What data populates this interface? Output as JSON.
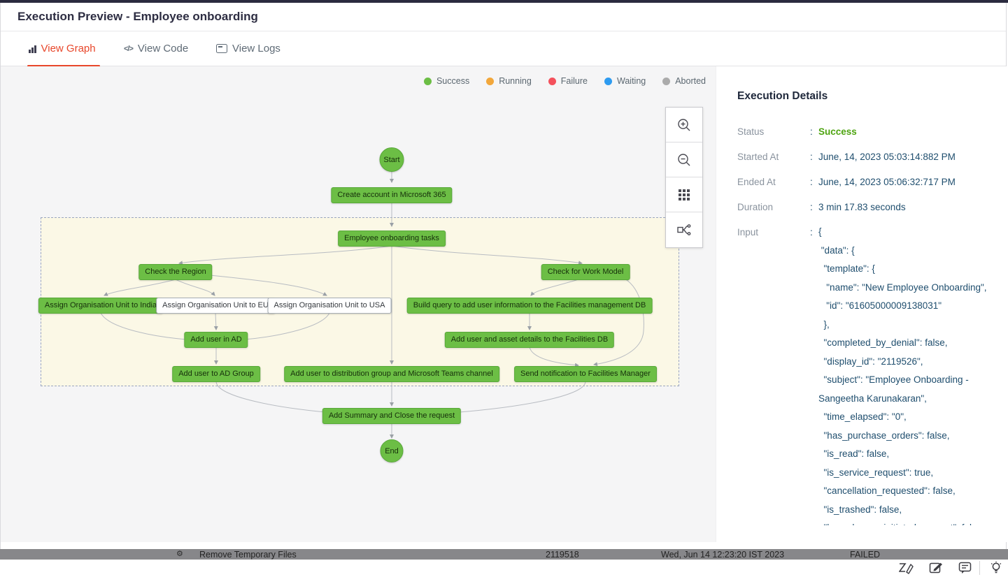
{
  "window": {
    "title": "Execution Preview - Employee onboarding"
  },
  "tabs": [
    {
      "label": "View Graph",
      "active": true
    },
    {
      "label": "View Code",
      "active": false
    },
    {
      "label": "View Logs",
      "active": false
    }
  ],
  "legend": {
    "items": [
      {
        "label": "Success",
        "color": "#6CBE45"
      },
      {
        "label": "Running",
        "color": "#F2A73B"
      },
      {
        "label": "Failure",
        "color": "#F4515C"
      },
      {
        "label": "Waiting",
        "color": "#2E9BF0"
      },
      {
        "label": "Aborted",
        "color": "#ABABAB"
      }
    ]
  },
  "toolbar": {
    "buttons": [
      {
        "icon": "zoom-in-icon"
      },
      {
        "icon": "zoom-out-icon"
      },
      {
        "icon": "grid-view-icon"
      },
      {
        "icon": "tree-layout-icon"
      }
    ]
  },
  "graph": {
    "nodes": [
      {
        "label": "Start",
        "status": "success"
      },
      {
        "label": "Create account in Microsoft 365",
        "status": "success"
      },
      {
        "label": "Employee onboarding tasks",
        "status": "success"
      },
      {
        "label": "Check the Region",
        "status": "success"
      },
      {
        "label": "Assign Organisation Unit to India",
        "status": "success"
      },
      {
        "label": "Assign Organisation Unit to EU",
        "status": "skipped"
      },
      {
        "label": "Assign Organisation Unit to USA",
        "status": "skipped"
      },
      {
        "label": "Add user in AD",
        "status": "success"
      },
      {
        "label": "Add user to AD Group",
        "status": "success"
      },
      {
        "label": "Add user to distribution group and Microsoft Teams channel",
        "status": "success"
      },
      {
        "label": "Check for Work Model",
        "status": "success"
      },
      {
        "label": "Build query to add user information to the Facilities management DB",
        "status": "success"
      },
      {
        "label": "Add user and asset details to the Facilities DB",
        "status": "success"
      },
      {
        "label": "Send notification to Facilities Manager",
        "status": "success"
      },
      {
        "label": "Add Summary and Close the request",
        "status": "success"
      },
      {
        "label": "End",
        "status": "success"
      }
    ]
  },
  "details": {
    "title": "Execution Details",
    "colon": ":",
    "rows": [
      {
        "label": "Status",
        "value": "Success"
      },
      {
        "label": "Started At",
        "value": "June, 14, 2023 05:03:14:882 PM"
      },
      {
        "label": "Ended At",
        "value": "June, 14, 2023 05:06:32:717 PM"
      },
      {
        "label": "Duration",
        "value": "3 min 17.83 seconds"
      }
    ],
    "input_label": "Input",
    "input_json": "{\n \"data\": {\n  \"template\": {\n   \"name\": \"New Employee Onboarding\",\n   \"id\": \"61605000009138031\"\n  },\n  \"completed_by_denial\": false,\n  \"display_id\": \"2119526\",\n  \"subject\": \"Employee Onboarding -\nSangeetha Karunakaran\",\n  \"time_elapsed\": \"0\",\n  \"has_purchase_orders\": false,\n  \"is_read\": false,\n  \"is_service_request\": true,\n  \"cancellation_requested\": false,\n  \"is_trashed\": false,\n  \"has_change_initiated_request\": false"
  },
  "background_row": {
    "name": "Remove Temporary Files",
    "display_id": "2119518",
    "date": "Wed, Jun 14 12:23:20 IST 2023",
    "status": "FAILED"
  },
  "footer_icons": [
    "zia-icon",
    "feedback-edit-icon",
    "comments-icon",
    "idea-bulb-icon"
  ],
  "colors": {
    "accent": "#E8472B",
    "node_success": "#6CBE45",
    "status_text_green": "#4EA410",
    "value_text": "#1F4E6E",
    "label_text": "#8A939E",
    "group_background": "#FBF8E6",
    "canvas_background": "#F5F5F6",
    "failure": "#F4515C",
    "running": "#F2A73B",
    "waiting": "#2E9BF0",
    "aborted": "#ABABAB"
  }
}
